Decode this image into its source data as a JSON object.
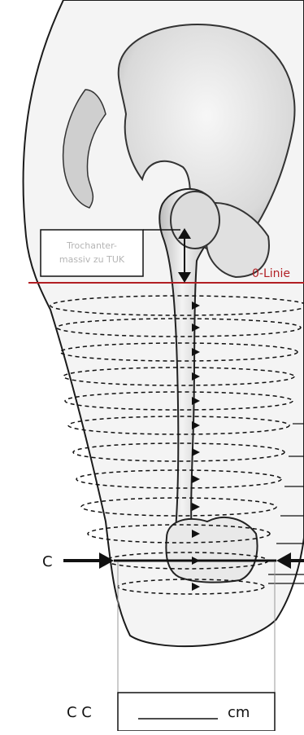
{
  "labels": {
    "trochanter_line1": "Trochanter-",
    "trochanter_line2": "massiv zu TUK",
    "zero_line": "0-Linie",
    "c_marker": "C",
    "cc_prefix": "C C",
    "cc_unit": "cm"
  },
  "colors": {
    "zero_line": "#b21f24",
    "outline": "#1b1b1b",
    "bone_fill": "#e9e9e9",
    "label_gray": "#b5b5b5"
  },
  "icons": {
    "c_left_arrow": "arrow-right-icon",
    "c_right_arrow": "arrow-left-icon",
    "trochanter_marker": "double-arrow-vertical-icon"
  }
}
